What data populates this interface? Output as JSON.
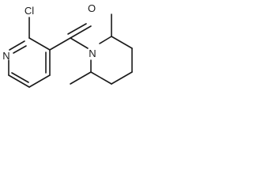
{
  "molecule": {
    "atoms": {
      "chlorine": "Cl",
      "pyridine_nitrogen": "N",
      "carbonyl_oxygen": "O",
      "piperidine_nitrogen": "N"
    }
  }
}
